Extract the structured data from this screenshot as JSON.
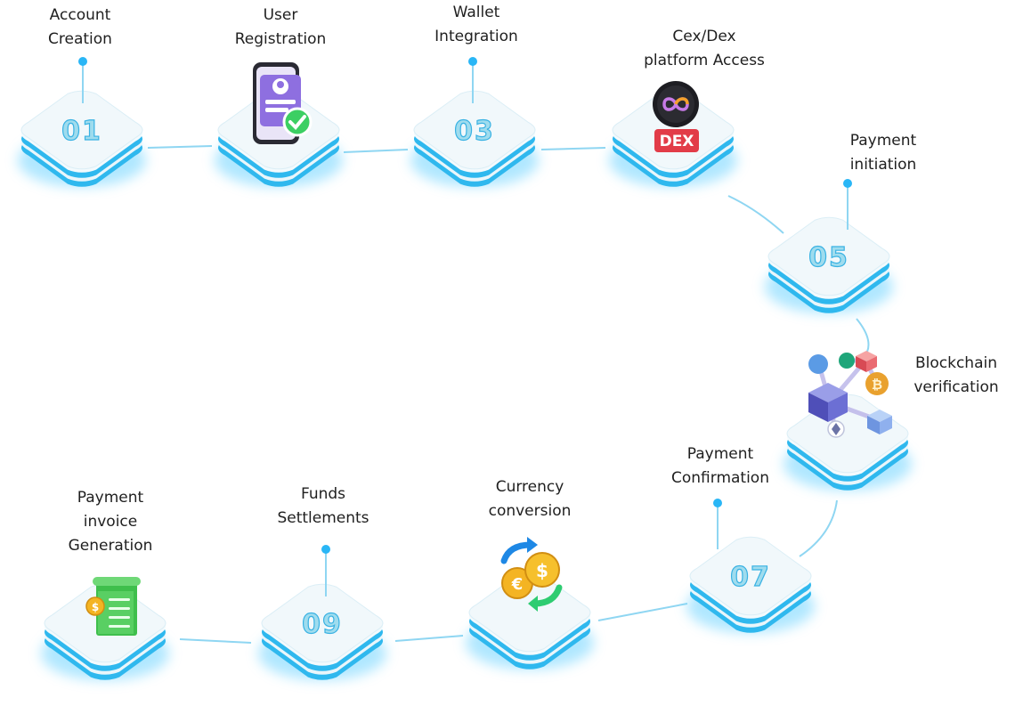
{
  "steps": [
    {
      "id": "01",
      "number": "01",
      "label": [
        "Account",
        "Creation"
      ]
    },
    {
      "id": "02",
      "number": "",
      "label": [
        "User",
        "Registration"
      ],
      "icon": "phone-user-check-icon"
    },
    {
      "id": "03",
      "number": "03",
      "label": [
        "Wallet",
        "Integration"
      ]
    },
    {
      "id": "04",
      "number": "",
      "label": [
        "Cex/Dex",
        "platform Access"
      ],
      "icon": "dex-exchange-icon",
      "icon_text": "DEX"
    },
    {
      "id": "05",
      "number": "05",
      "label": [
        "Payment",
        "initiation"
      ]
    },
    {
      "id": "06",
      "number": "",
      "label": [
        "Blockchain",
        "verification"
      ],
      "icon": "blockchain-network-icon"
    },
    {
      "id": "07",
      "number": "07",
      "label": [
        "Payment",
        "Confirmation"
      ]
    },
    {
      "id": "08",
      "number": "",
      "label": [
        "Currency",
        "conversion"
      ],
      "icon": "currency-exchange-coins-icon"
    },
    {
      "id": "09",
      "number": "09",
      "label": [
        "Funds",
        "Settlements"
      ]
    },
    {
      "id": "10",
      "number": "",
      "label": [
        "Payment",
        "invoice",
        "Generation"
      ],
      "icon": "invoice-receipt-icon"
    }
  ],
  "colors": {
    "accent": "#29b6f6",
    "tile_top": "#f1f8fb",
    "tile_side": "#2fb8ee",
    "number_fill": "#9fdcee"
  }
}
